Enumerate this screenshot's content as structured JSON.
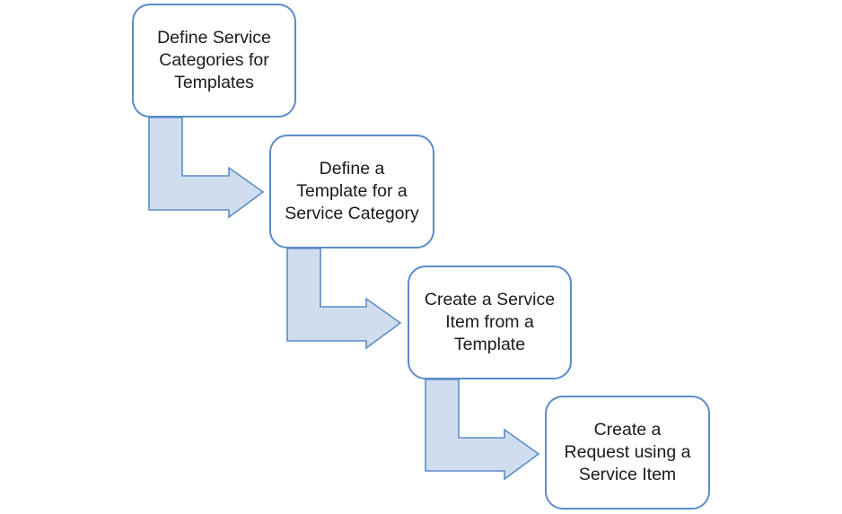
{
  "diagram": {
    "steps": [
      {
        "label": "Define  Service\nCategories for\nTemplates"
      },
      {
        "label": "Define a\nTemplate for a\nService Category"
      },
      {
        "label": "Create a Service\nItem from a\nTemplate"
      },
      {
        "label": "Create a\nRequest using a\nService Item"
      }
    ]
  },
  "colors": {
    "box_border": "#5b8cc8",
    "arrow_fill": "#d0ddef",
    "arrow_stroke": "#5b8cc8",
    "text": "#1a1a1a",
    "background": "#ffffff"
  }
}
